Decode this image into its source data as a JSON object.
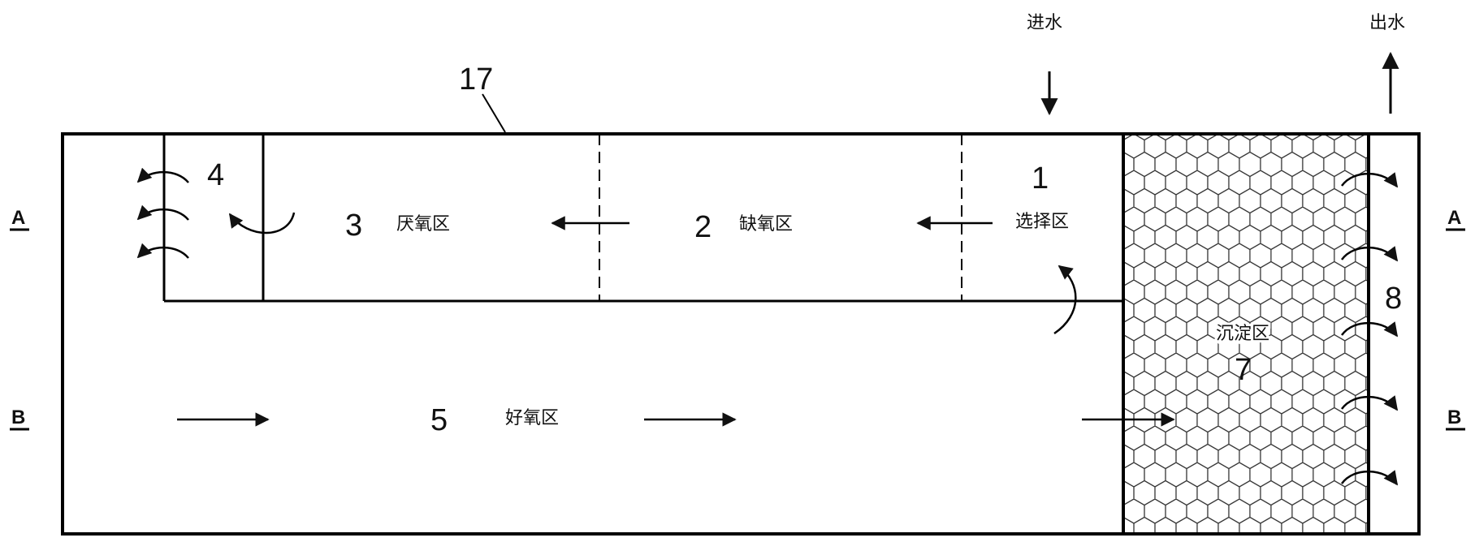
{
  "labels": {
    "inlet": "进水",
    "outlet": "出水",
    "part_number": "17",
    "zones": [
      {
        "num": "1",
        "name": "选择区"
      },
      {
        "num": "2",
        "name": "缺氧区"
      },
      {
        "num": "3",
        "name": "厌氧区"
      },
      {
        "num": "4",
        "name": ""
      },
      {
        "num": "5",
        "name": "好氧区"
      },
      {
        "num": "7",
        "name": "沉淀区"
      },
      {
        "num": "8",
        "name": ""
      }
    ],
    "sections": {
      "a_left": "A",
      "a_right": "A",
      "b_left": "B",
      "b_right": "B"
    }
  }
}
